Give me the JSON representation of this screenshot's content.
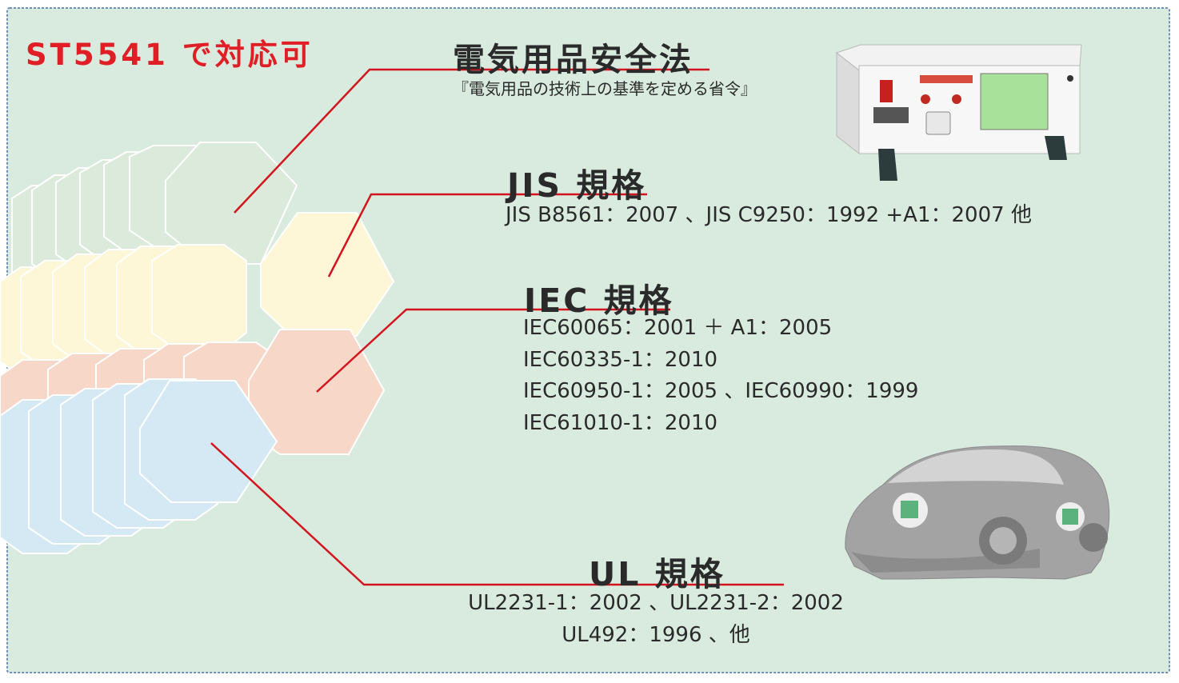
{
  "badge": "ST5541 で対応可",
  "colors": {
    "background": "#d9ebdf",
    "border": "#6d8fb6",
    "accent_red": "#d3141e",
    "hex_green": "#dbeadb",
    "hex_yellow": "#fdf7d8",
    "hex_pink": "#f7d7c8",
    "hex_blue": "#d5e9f4"
  },
  "sections": [
    {
      "title": "電気用品安全法",
      "lines": [
        "『電気用品の技術上の基準を定める省令』"
      ],
      "hex_color": "green"
    },
    {
      "title": "JIS 規格",
      "lines": [
        "JIS B8561：2007 、JIS C9250：1992 +A1：2007 他"
      ],
      "hex_color": "yellow"
    },
    {
      "title": "IEC 規格",
      "lines": [
        "IEC60065：2001 ＋ A1：2005",
        "IEC60335-1：2010",
        "IEC60950-1：2005 、IEC60990：1999",
        "IEC61010-1：2010"
      ],
      "hex_color": "pink"
    },
    {
      "title": "UL 規格",
      "lines": [
        "UL2231-1：2002 、UL2231-2：2002",
        "UL492：1996 、他"
      ],
      "hex_color": "blue"
    }
  ],
  "illustrations": [
    "tester-device-image",
    "electric-car-image"
  ]
}
